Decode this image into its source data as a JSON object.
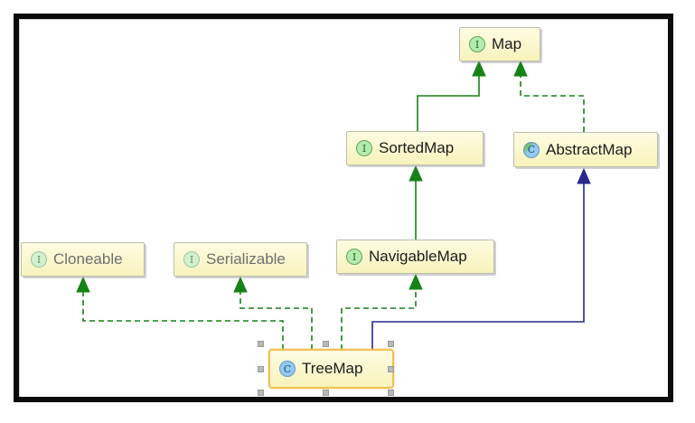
{
  "diagram": {
    "type": "uml-class-diagram",
    "nodes": [
      {
        "label": "Map",
        "kind": "interface",
        "icon": "interface-icon",
        "icon_letter": "I",
        "muted": false,
        "selected": false
      },
      {
        "label": "SortedMap",
        "kind": "interface",
        "icon": "interface-icon",
        "icon_letter": "I",
        "muted": false,
        "selected": false
      },
      {
        "label": "AbstractMap",
        "kind": "class",
        "icon": "class-icon",
        "icon_letter": "C",
        "muted": false,
        "selected": false
      },
      {
        "label": "NavigableMap",
        "kind": "interface",
        "icon": "interface-icon",
        "icon_letter": "I",
        "muted": false,
        "selected": false
      },
      {
        "label": "Cloneable",
        "kind": "interface",
        "icon": "interface-icon",
        "icon_letter": "I",
        "muted": true,
        "selected": false
      },
      {
        "label": "Serializable",
        "kind": "interface",
        "icon": "interface-icon",
        "icon_letter": "I",
        "muted": true,
        "selected": false
      },
      {
        "label": "TreeMap",
        "kind": "class",
        "icon": "class-icon",
        "icon_letter": "C",
        "muted": false,
        "selected": true
      }
    ],
    "edges": [
      {
        "from": "SortedMap",
        "to": "Map",
        "relation": "extends",
        "line": "solid",
        "color": "#178217"
      },
      {
        "from": "AbstractMap",
        "to": "Map",
        "relation": "implements",
        "line": "dashed",
        "color": "#178217"
      },
      {
        "from": "NavigableMap",
        "to": "SortedMap",
        "relation": "extends",
        "line": "solid",
        "color": "#178217"
      },
      {
        "from": "TreeMap",
        "to": "NavigableMap",
        "relation": "implements",
        "line": "dashed",
        "color": "#178217"
      },
      {
        "from": "TreeMap",
        "to": "Cloneable",
        "relation": "implements",
        "line": "dashed",
        "color": "#178217"
      },
      {
        "from": "TreeMap",
        "to": "Serializable",
        "relation": "implements",
        "line": "dashed",
        "color": "#178217"
      },
      {
        "from": "TreeMap",
        "to": "AbstractMap",
        "relation": "extends",
        "line": "solid",
        "color": "#28288e"
      }
    ],
    "colors": {
      "interface_edge_green": "#178217",
      "class_edge_navy": "#28288e",
      "node_fill": "#fbf8cd",
      "selection_border": "#f0c150",
      "frame_border": "#0c0c0c"
    }
  }
}
